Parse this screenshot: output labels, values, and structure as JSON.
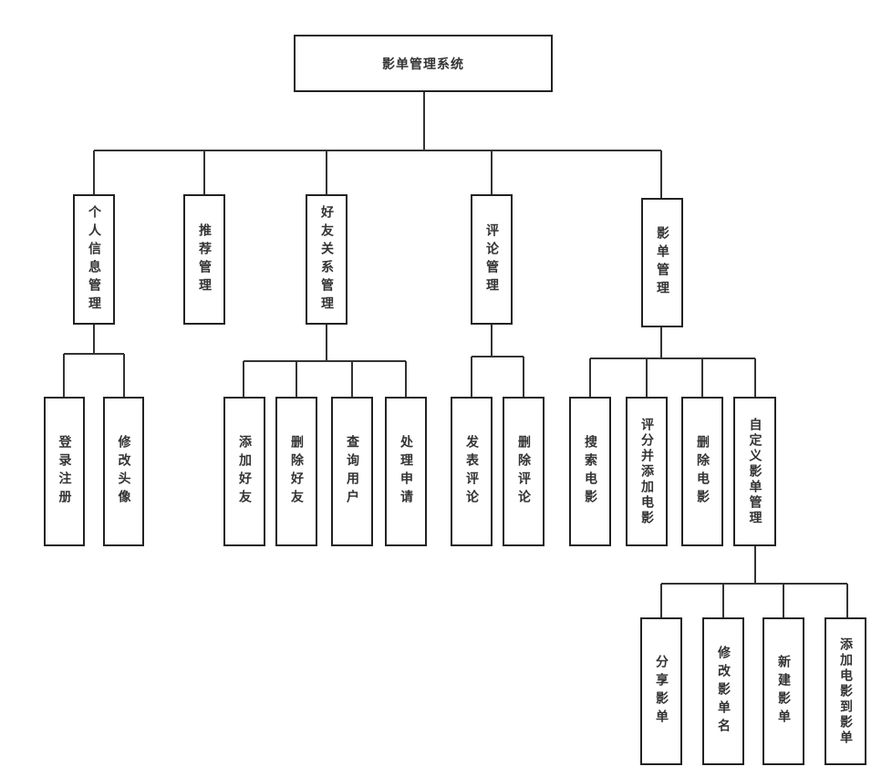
{
  "title": "影单管理系统",
  "modules": [
    {
      "label": "个人信息管理",
      "children": [
        "登录注册",
        "修改头像"
      ]
    },
    {
      "label": "推荐管理",
      "children": []
    },
    {
      "label": "好友关系管理",
      "children": [
        "添加好友",
        "删除好友",
        "查询用户",
        "处理申请"
      ]
    },
    {
      "label": "评论管理",
      "children": [
        "发表评论",
        "删除评论"
      ]
    },
    {
      "label": "影单管理",
      "children": [
        "搜索电影",
        "评分并添加电影",
        "删除电影",
        "自定义影单管理"
      ]
    }
  ],
  "custom_playlist": {
    "label": "自定义影单管理",
    "children": [
      "分享影单",
      "修改影单名",
      "新建影单",
      "添加电影到影单"
    ]
  }
}
